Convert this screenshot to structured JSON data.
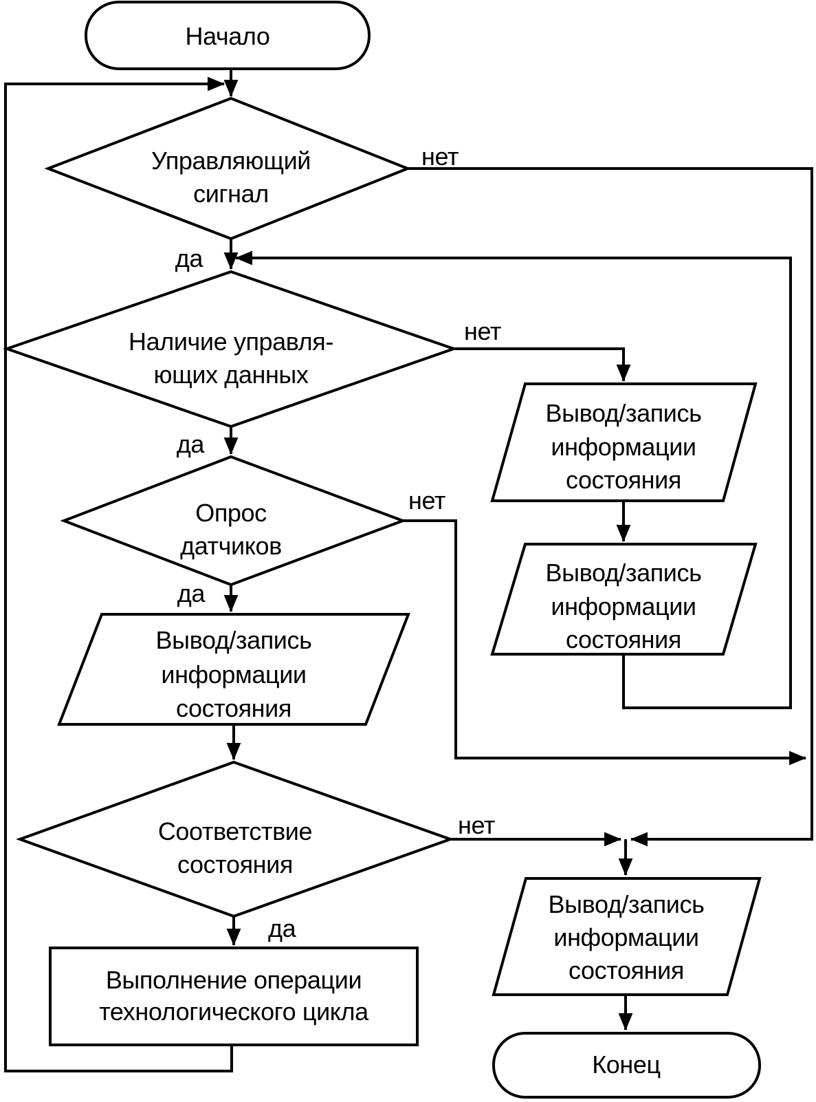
{
  "flowchart": {
    "background_color": "#ffffff",
    "stroke_color": "#000000",
    "nodes": {
      "start": {
        "label": "Начало"
      },
      "decision_control_signal": {
        "line1": "Управляющий",
        "line2": "сигнал"
      },
      "decision_control_data": {
        "line1": "Наличие управля-",
        "line2": "ющих данных"
      },
      "decision_sensor_poll": {
        "line1": "Опрос",
        "line2": "датчиков"
      },
      "io_state_left": {
        "line1": "Вывод/запись",
        "line2": "информации",
        "line3": "состояния"
      },
      "decision_state_match": {
        "line1": "Соответствие",
        "line2": "состояния"
      },
      "process_tech_cycle": {
        "line1": "Выполнение операции",
        "line2": "технологического цикла"
      },
      "io_state_right1": {
        "line1": "Вывод/запись",
        "line2": "информации",
        "line3": "состояния"
      },
      "io_state_right2": {
        "line1": "Вывод/запись",
        "line2": "информации",
        "line3": "состояния"
      },
      "io_state_final": {
        "line1": "Вывод/запись",
        "line2": "информации",
        "line3": "состояния"
      },
      "end": {
        "label": "Конец"
      }
    },
    "edge_labels": {
      "yes1": "да",
      "yes2": "да",
      "yes3": "да",
      "yes4": "да",
      "no1": "нет",
      "no2": "нет",
      "no3": "нет",
      "no4": "нет"
    }
  }
}
